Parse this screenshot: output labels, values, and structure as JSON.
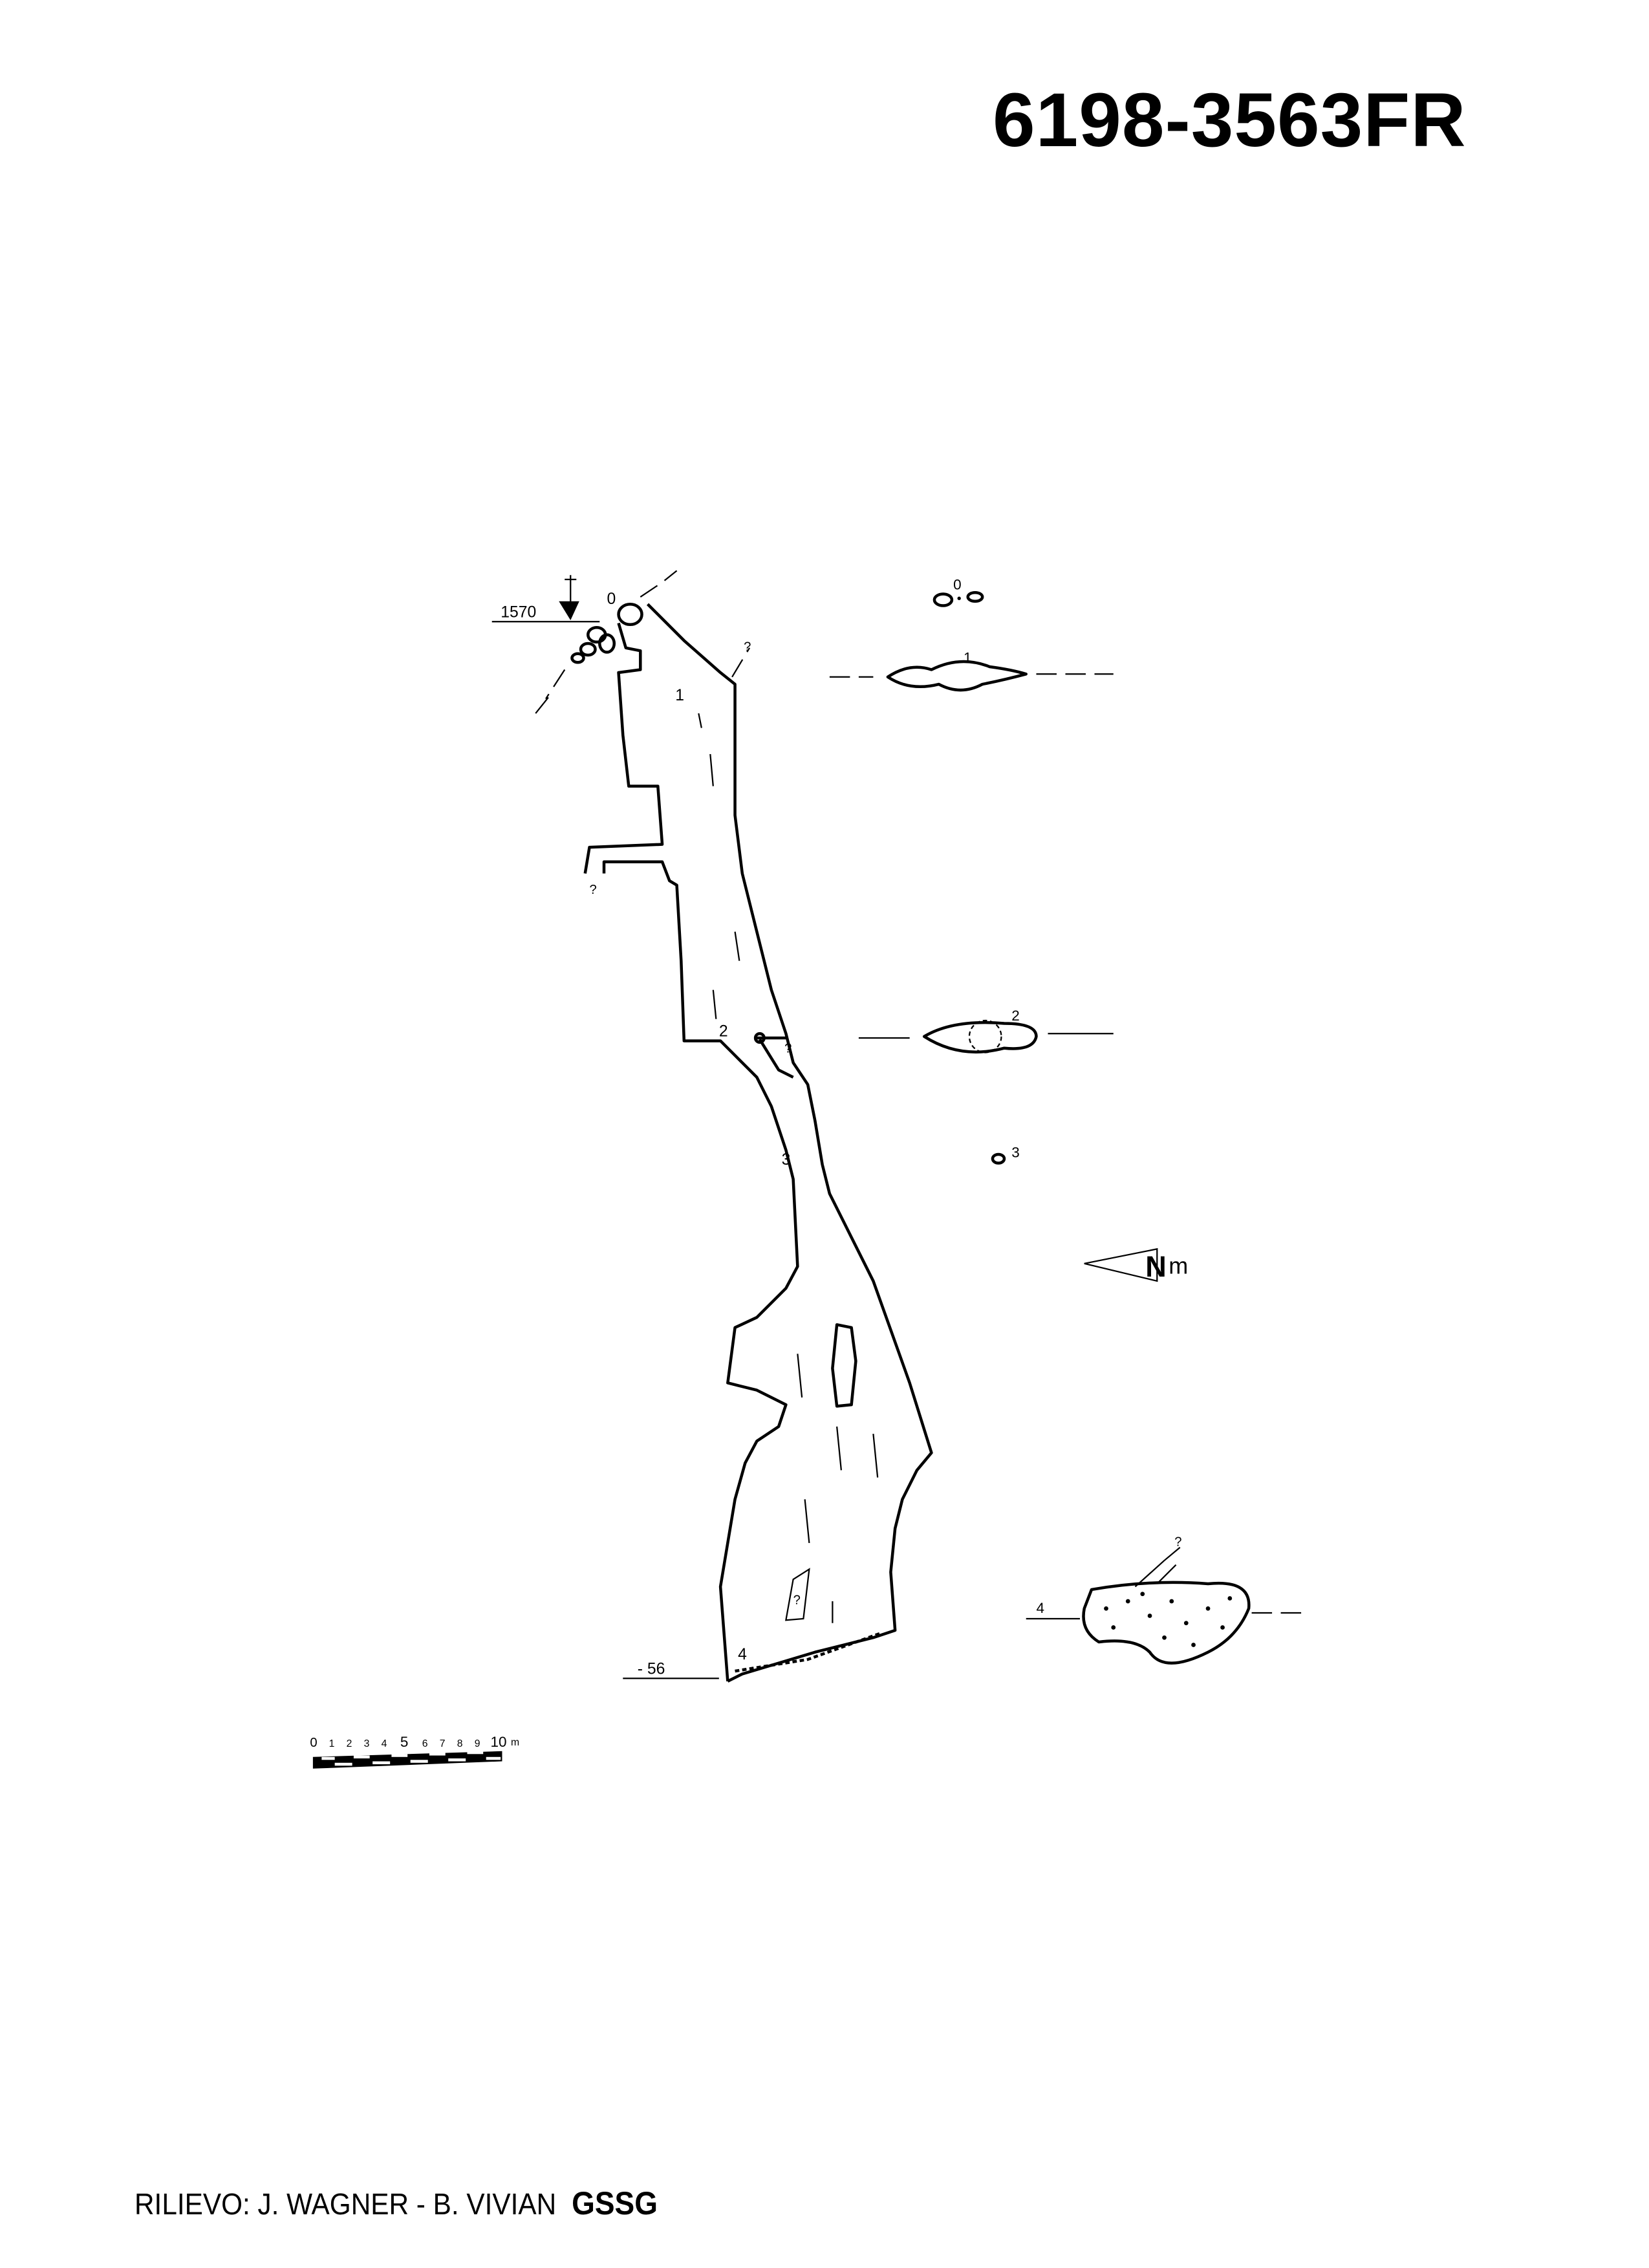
{
  "header": {
    "title": "6198-3563FR"
  },
  "footer": {
    "credit": "RILIEVO: J. WAGNER - B. VIVIAN",
    "group": "GSSG"
  },
  "plan": {
    "entrance_elevation": "1570",
    "bottom_depth": "- 56",
    "stations": [
      "0",
      "1",
      "2",
      "3",
      "4"
    ],
    "unknown_mark": "?"
  },
  "sections": {
    "labels": [
      "0",
      "1",
      "2",
      "3",
      "4"
    ]
  },
  "north_arrow": {
    "letter": "N",
    "suffix": "m"
  },
  "scale_bar": {
    "ticks": [
      "0",
      "1",
      "2",
      "3",
      "4",
      "5",
      "6",
      "7",
      "8",
      "9",
      "10"
    ],
    "unit": "m"
  }
}
